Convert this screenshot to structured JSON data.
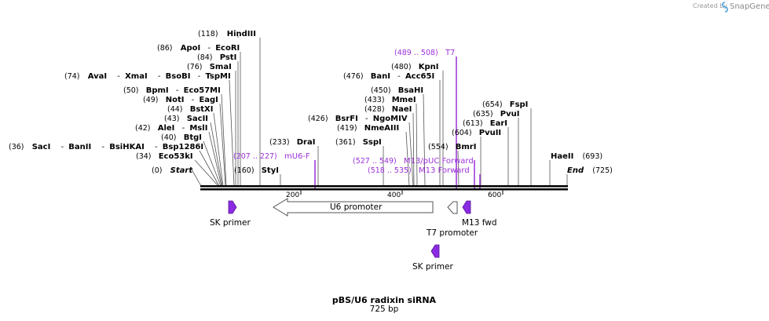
{
  "credit": {
    "created_by": "Created by",
    "brand": "SnapGene"
  },
  "map": {
    "name": "pBS/U6 radixin siRNA",
    "length_label": "725 bp",
    "sequence_length": 725,
    "ticks": [
      "200",
      "400",
      "600"
    ],
    "colors": {
      "backbone": "#000000",
      "primer": "#8a2be2",
      "primer_label": "#9b30d9",
      "feature_fill": "#ffffff"
    }
  },
  "sites": [
    {
      "pos": "(118)",
      "name": "HindIII"
    },
    {
      "pos": "(86)",
      "name": "ApoI",
      "extra": [
        "EcoRI"
      ]
    },
    {
      "pos": "(84)",
      "name": "PstI"
    },
    {
      "pos": "(76)",
      "name": "SmaI"
    },
    {
      "pos": "(74)",
      "name": "AvaI",
      "extra": [
        "XmaI",
        "BsoBI",
        "TspMI"
      ]
    },
    {
      "pos": "(50)",
      "name": "BpmI",
      "extra": [
        "Eco57MI"
      ]
    },
    {
      "pos": "(49)",
      "name": "NotI",
      "extra": [
        "EagI"
      ]
    },
    {
      "pos": "(44)",
      "name": "BstXI"
    },
    {
      "pos": "(43)",
      "name": "SacII"
    },
    {
      "pos": "(42)",
      "name": "AleI",
      "extra": [
        "MslI"
      ]
    },
    {
      "pos": "(40)",
      "name": "BtgI"
    },
    {
      "pos": "(36)",
      "name": "SacI",
      "extra": [
        "BanII",
        "BsiHKAI",
        "Bsp1286I"
      ]
    },
    {
      "pos": "(34)",
      "name": "Eco53kI"
    },
    {
      "pos": "(0)",
      "name": "Start"
    },
    {
      "pos": "(160)",
      "name": "StyI"
    },
    {
      "pos": "(233)",
      "name": "DraI"
    },
    {
      "pos": "(361)",
      "name": "SspI"
    },
    {
      "pos": "(426)",
      "name": "BsrFI",
      "extra": [
        "NgoMIV"
      ]
    },
    {
      "pos": "(419)",
      "name": "NmeAIII"
    },
    {
      "pos": "(428)",
      "name": "NaeI"
    },
    {
      "pos": "(433)",
      "name": "MmeI"
    },
    {
      "pos": "(450)",
      "name": "BsaHI"
    },
    {
      "pos": "(476)",
      "name": "BanI",
      "extra": [
        "Acc65I"
      ]
    },
    {
      "pos": "(480)",
      "name": "KpnI"
    },
    {
      "pos": "(554)",
      "name": "BmrI"
    },
    {
      "pos": "(604)",
      "name": "PvuII"
    },
    {
      "pos": "(613)",
      "name": "EarI"
    },
    {
      "pos": "(635)",
      "name": "PvuI"
    },
    {
      "pos": "(654)",
      "name": "FspI"
    },
    {
      "pos": "(693)",
      "name": "HaeII"
    },
    {
      "pos": "(725)",
      "name": "End"
    }
  ],
  "primer_sites": [
    {
      "range": "(207 .. 227)",
      "name": "mU6-F"
    },
    {
      "range": "(489 .. 508)",
      "name": "T7"
    },
    {
      "range": "(527 .. 549)",
      "name": "M13/pUC Forward"
    },
    {
      "range": "(518 .. 535)",
      "name": "M13 Forward"
    }
  ],
  "features": [
    {
      "name": "U6 promoter"
    },
    {
      "name": "T7 promoter"
    },
    {
      "name": "SK primer"
    },
    {
      "name": "M13 fwd"
    },
    {
      "name": "SK primer"
    }
  ]
}
